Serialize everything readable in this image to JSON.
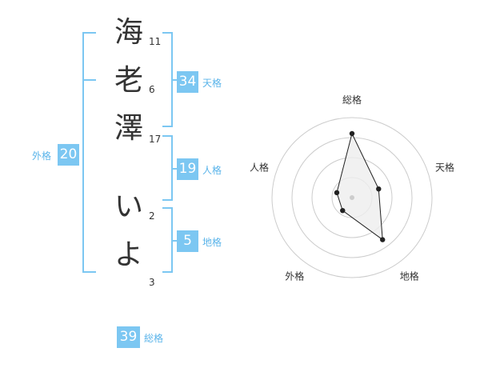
{
  "name_chars": [
    {
      "char": "海",
      "strokes": "11"
    },
    {
      "char": "老",
      "strokes": "6"
    },
    {
      "char": "澤",
      "strokes": "17"
    },
    {
      "char": "い",
      "strokes": "2"
    },
    {
      "char": "よ",
      "strokes": "3"
    }
  ],
  "scores": {
    "tenkaku": {
      "value": "34",
      "label": "天格"
    },
    "jinkaku": {
      "value": "19",
      "label": "人格"
    },
    "chikaku": {
      "value": "5",
      "label": "地格"
    },
    "gaikaku": {
      "value": "20",
      "label": "外格"
    },
    "soukaku": {
      "value": "39",
      "label": "総格"
    }
  },
  "colors": {
    "accent": "#7cc7f2",
    "accent_text": "#5ab4ea",
    "line": "#222222",
    "fill": "#eeeeee",
    "ring": "#cccccc"
  },
  "chart_data": {
    "type": "radar",
    "axes": [
      "総格",
      "天格",
      "地格",
      "外格",
      "人格"
    ],
    "values": [
      0.8,
      0.35,
      0.65,
      0.2,
      0.2
    ],
    "rings": 4,
    "range": [
      0,
      1
    ]
  }
}
